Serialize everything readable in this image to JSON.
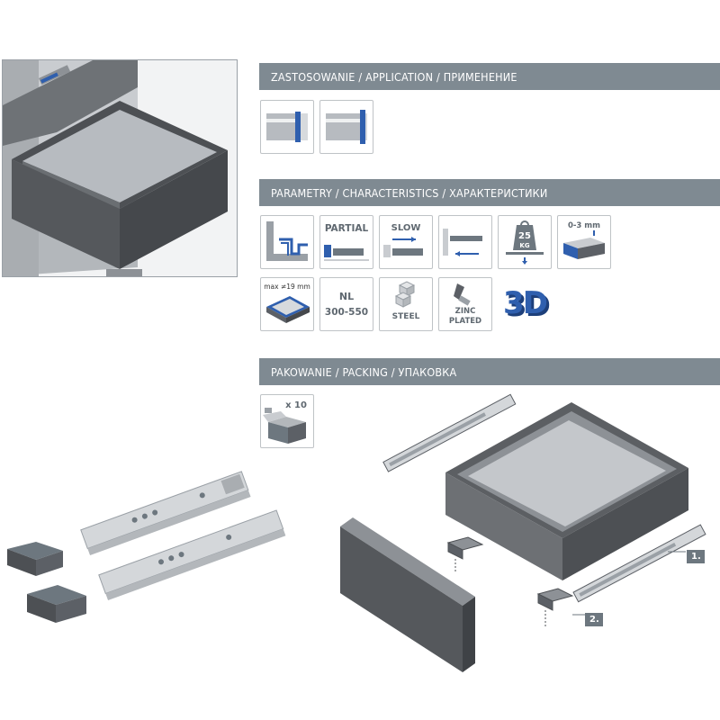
{
  "sections": {
    "application": "ZASTOSOWANIE / APPLICATION / ПРИМЕНЕНИЕ",
    "parameters": "PARAMETRY / CHARACTERISTICS / ХАРАКТЕРИСТИКИ",
    "packing": "PAKOWANIE / PACKING / УПАКОВКА"
  },
  "params": {
    "partial": "PARTIAL",
    "slow": "SLOW",
    "load": "25",
    "load_unit": "KG",
    "gap": "0-3 mm",
    "panel": "max ≠19 mm",
    "nl_title": "NL",
    "nl_range": "300-550",
    "steel": "STEEL",
    "zinc_line1": "ZINC",
    "zinc_line2": "PLATED",
    "threed": "3D"
  },
  "packing": {
    "qty": "x 10"
  },
  "steps": {
    "one": "1.",
    "two": "2."
  },
  "colors": {
    "header": "#7f8a92",
    "accent_blue": "#2f5fae",
    "drawer_grey": "#5c5f63",
    "tile_border": "#bfc3c6"
  }
}
